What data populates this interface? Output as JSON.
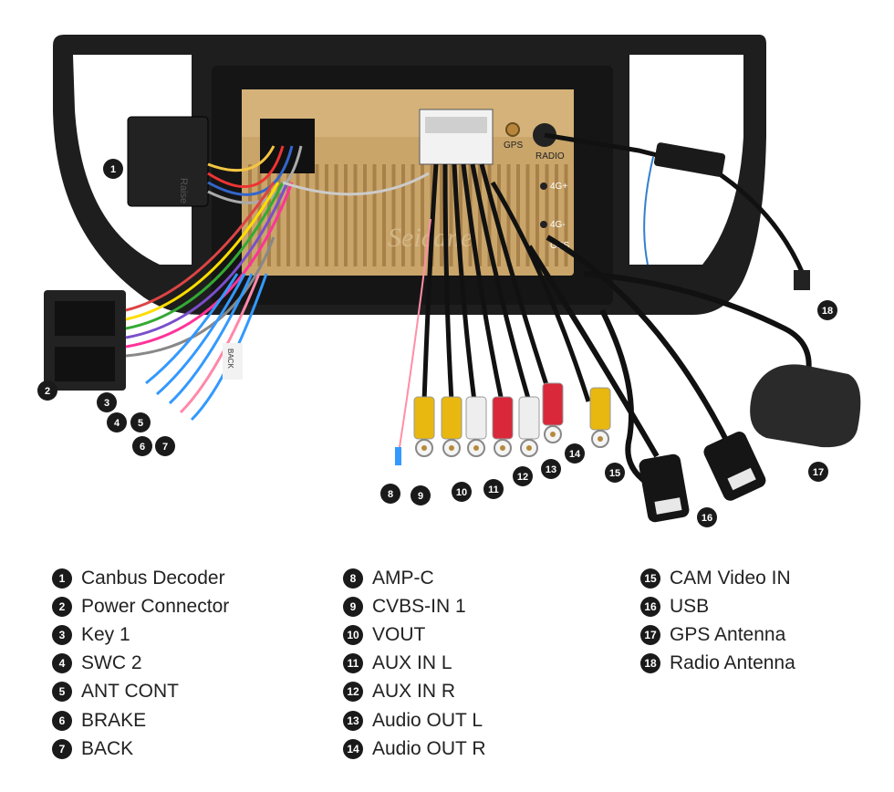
{
  "labels": {
    "gps_port": "GPS",
    "radio_port": "RADIO",
    "port_4g_plus": "4G+",
    "port_4g_minus": "4G-",
    "port_gps_low": "GPS",
    "watermark": "Seicane",
    "decoder_text": "Raise",
    "back_tag": "BACK"
  },
  "legend": {
    "col1": [
      {
        "num": "1",
        "label": "Canbus Decoder"
      },
      {
        "num": "2",
        "label": "Power Connector"
      },
      {
        "num": "3",
        "label": "Key 1"
      },
      {
        "num": "4",
        "label": "SWC 2"
      },
      {
        "num": "5",
        "label": "ANT CONT"
      },
      {
        "num": "6",
        "label": "BRAKE"
      },
      {
        "num": "7",
        "label": "BACK"
      }
    ],
    "col2": [
      {
        "num": "8",
        "label": "AMP-C"
      },
      {
        "num": "9",
        "label": "CVBS-IN 1"
      },
      {
        "num": "10",
        "label": "VOUT"
      },
      {
        "num": "11",
        "label": "AUX IN L"
      },
      {
        "num": "12",
        "label": "AUX IN R"
      },
      {
        "num": "13",
        "label": "Audio OUT L"
      },
      {
        "num": "14",
        "label": "Audio OUT R"
      }
    ],
    "col3": [
      {
        "num": "15",
        "label": "CAM Video IN"
      },
      {
        "num": "16",
        "label": "USB"
      },
      {
        "num": "17",
        "label": "GPS Antenna"
      },
      {
        "num": "18",
        "label": "Radio Antenna"
      }
    ]
  },
  "callouts": [
    "1",
    "2",
    "3",
    "4",
    "5",
    "6",
    "7",
    "8",
    "9",
    "10",
    "11",
    "12",
    "13",
    "14",
    "15",
    "16",
    "17",
    "18"
  ],
  "colors": {
    "frame": "#1e1e1e",
    "gold": "#c9a56a",
    "badge": "#1a1a1a",
    "rca_yellow": "#e8b810",
    "rca_white": "#eeeeee",
    "rca_red": "#d8283a"
  }
}
